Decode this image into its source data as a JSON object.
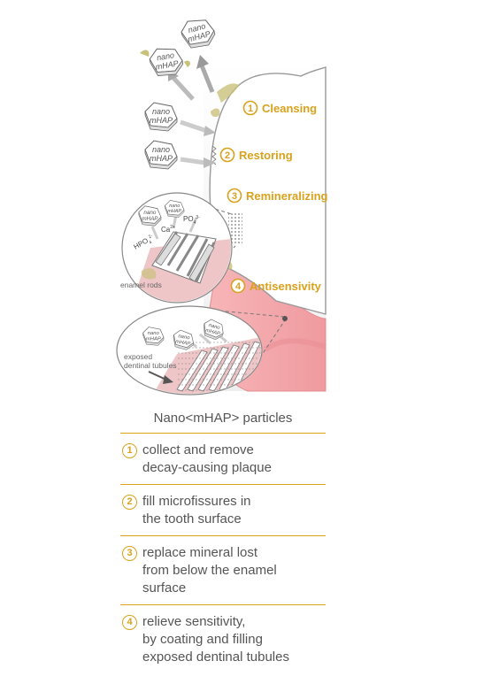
{
  "particle": {
    "line1": "nano",
    "line2": "mHAP"
  },
  "steps": [
    {
      "num": "1",
      "label": "Cleansing"
    },
    {
      "num": "2",
      "label": "Restoring"
    },
    {
      "num": "3",
      "label": "Remineralizing"
    },
    {
      "num": "4",
      "label": "Antisensivity"
    }
  ],
  "inset_top": {
    "ions": {
      "hpo": "HPO",
      "hpo_sup": "2-",
      "hpo_sub": "4",
      "ca": "Ca",
      "ca_sup": "2+",
      "po": "PO",
      "po_sup": "3-",
      "po_sub": "4"
    },
    "label": "enamel rods"
  },
  "inset_bottom": {
    "label_line1": "exposed",
    "label_line2": "dentinal tubules"
  },
  "legend": {
    "title": "Nano<mHAP> particles",
    "items": [
      {
        "num": "1",
        "text": "collect and remove\ndecay-causing plaque"
      },
      {
        "num": "2",
        "text": "fill microfissures in\nthe tooth surface"
      },
      {
        "num": "3",
        "text": "replace mineral lost\nfrom below the enamel\nsurface"
      },
      {
        "num": "4",
        "text": "relieve sensitivity,\nby coating and filling\nexposed dentinal tubules"
      }
    ]
  },
  "colors": {
    "accent": "#d9a21c",
    "gum": "#f2a0a4",
    "tooth": "#ffffff",
    "plaque": "#c9c07a"
  }
}
